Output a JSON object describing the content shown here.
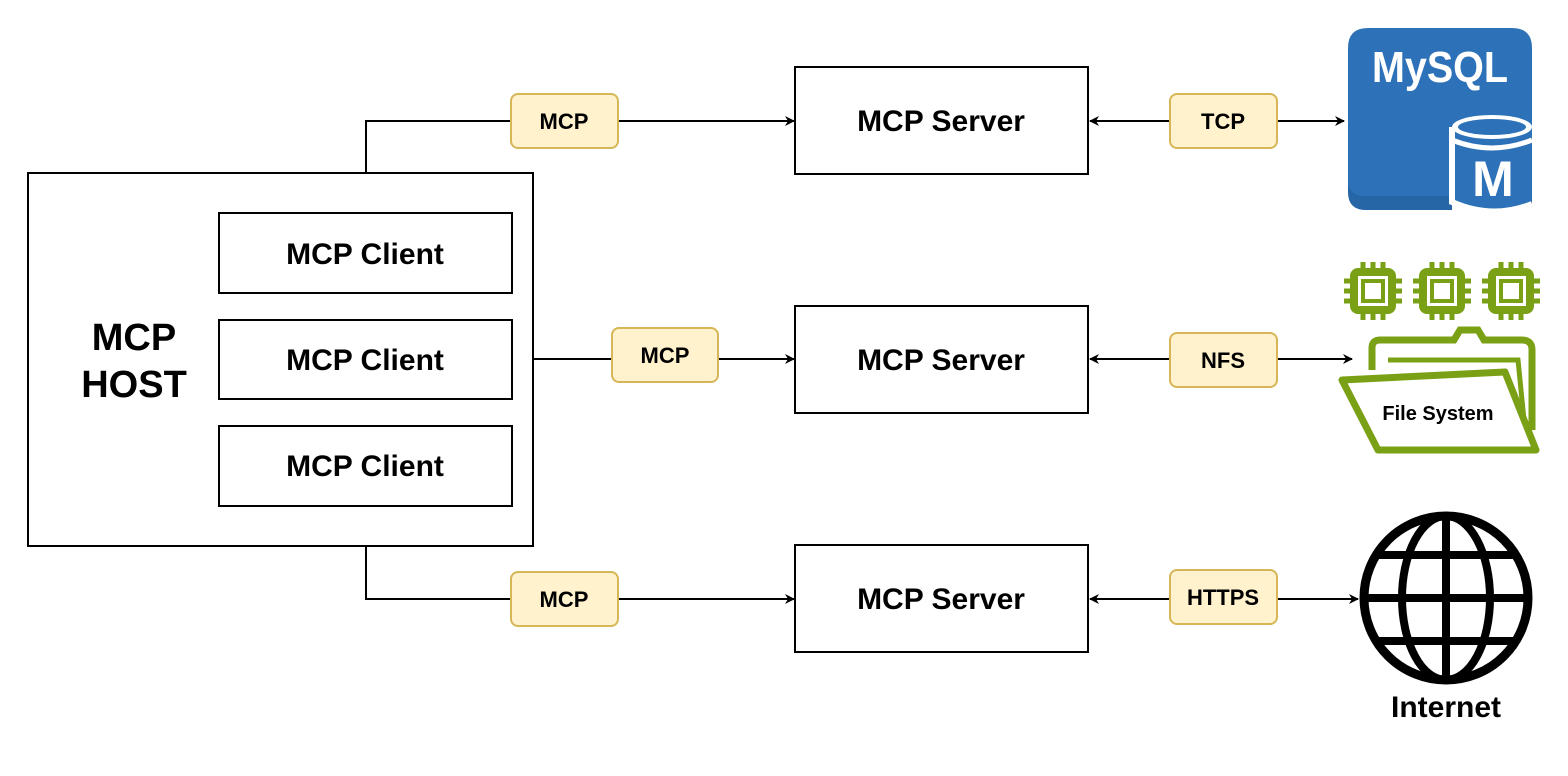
{
  "host": {
    "label_line1": "MCP",
    "label_line2": "HOST"
  },
  "clients": [
    {
      "label": "MCP Client"
    },
    {
      "label": "MCP Client"
    },
    {
      "label": "MCP Client"
    }
  ],
  "servers": [
    {
      "label": "MCP Server"
    },
    {
      "label": "MCP Server"
    },
    {
      "label": "MCP Server"
    }
  ],
  "protocols": {
    "client_server": [
      "MCP",
      "MCP",
      "MCP"
    ],
    "server_resource": [
      "TCP",
      "NFS",
      "HTTPS"
    ]
  },
  "resources": {
    "mysql": {
      "logo_text": "MySQL",
      "logo_letter": "M",
      "color": "#2D72B8",
      "icon": "mysql-database-icon"
    },
    "filesystem": {
      "label": "File System",
      "color": "#7AA116",
      "icon": "file-system-folder-icon"
    },
    "internet": {
      "label": "Internet",
      "icon": "globe-icon"
    }
  },
  "colors": {
    "badge_fill": "#FFF2CC",
    "badge_stroke": "#D6B656",
    "line": "#000000"
  }
}
